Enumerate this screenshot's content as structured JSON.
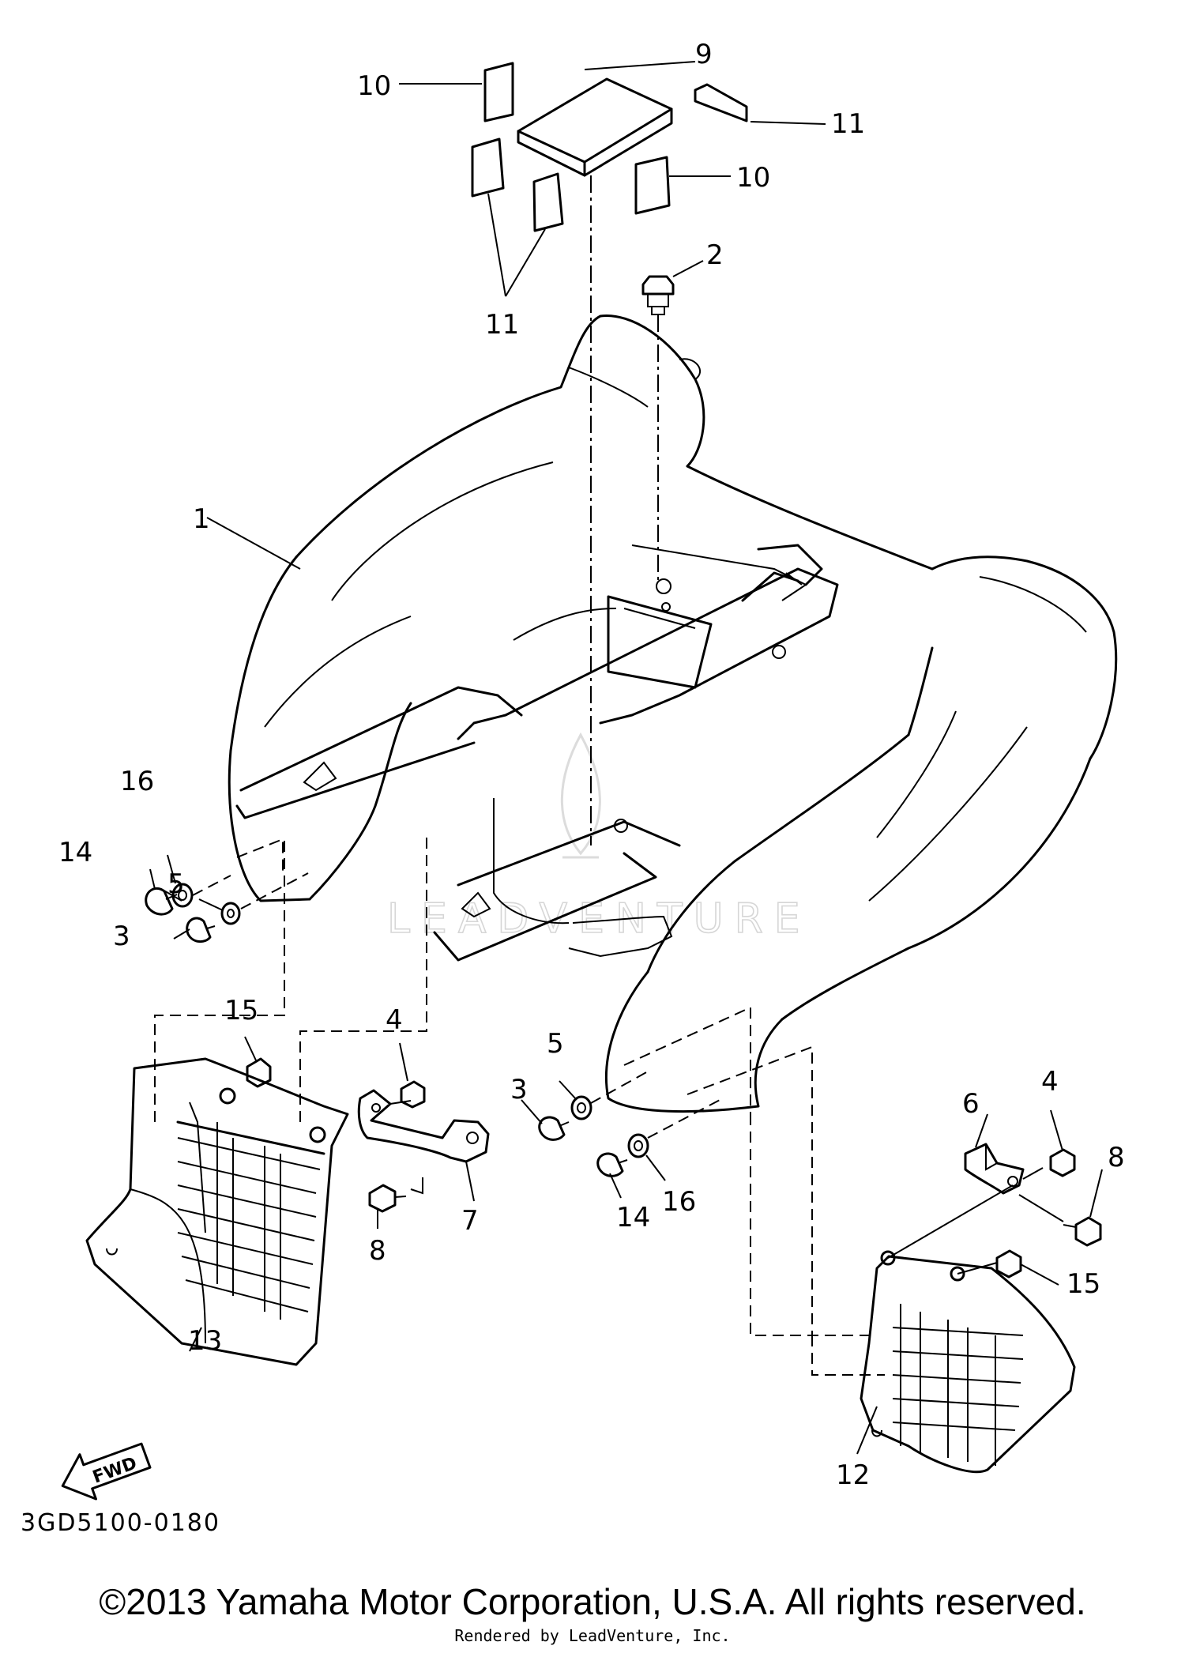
{
  "diagram": {
    "code": "3GD5100-0180",
    "watermark": "LEADVENTURE",
    "fwd_label": "FWD",
    "callouts": {
      "c1": "1",
      "c2": "2",
      "c3a": "3",
      "c3b": "3",
      "c4a": "4",
      "c4b": "4",
      "c5a": "5",
      "c5b": "5",
      "c6": "6",
      "c7": "7",
      "c8a": "8",
      "c8b": "8",
      "c9": "9",
      "c10a": "10",
      "c10b": "10",
      "c11a": "11",
      "c11b": "11",
      "c12": "12",
      "c13": "13",
      "c14a": "14",
      "c14b": "14",
      "c15a": "15",
      "c15b": "15",
      "c16a": "16",
      "c16b": "16"
    }
  },
  "footer": {
    "copyright": "©2013 Yamaha Motor Corporation, U.S.A. All rights reserved.",
    "rendered_by": "Rendered by LeadVenture, Inc."
  }
}
